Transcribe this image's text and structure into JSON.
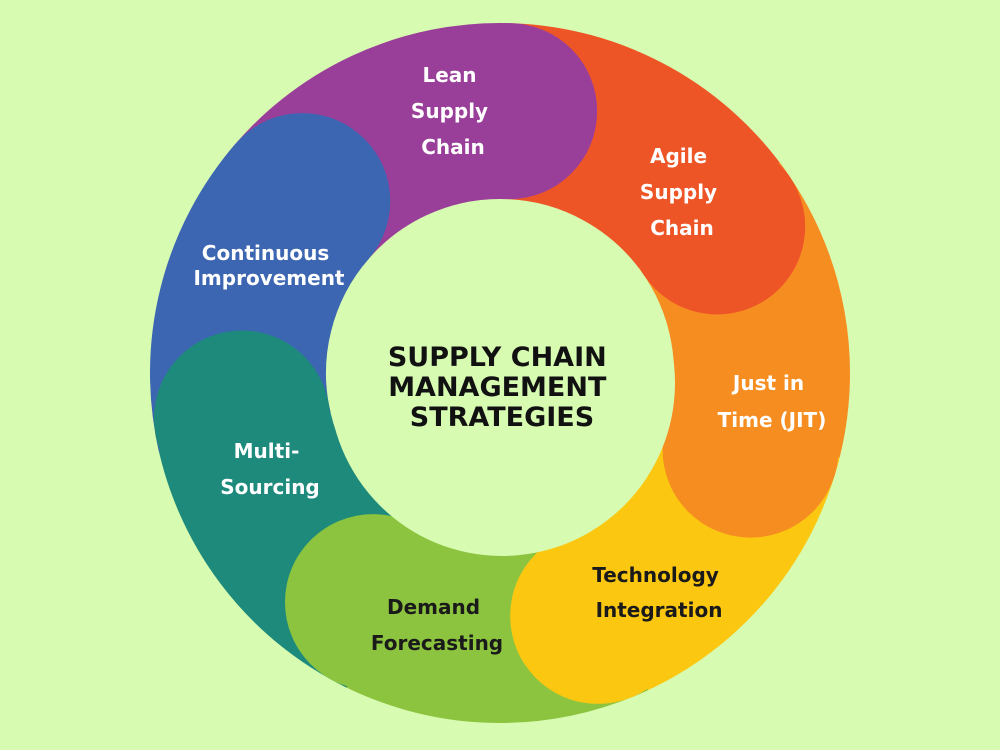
{
  "title": [
    "SUPPLY CHAIN",
    "MANAGEMENT",
    "STRATEGIES"
  ],
  "background": "#d8fbb2",
  "segments": [
    {
      "name": "lean-supply-chain",
      "lines": [
        "Lean",
        "Supply",
        "Chain"
      ],
      "color": "#9a3f99"
    },
    {
      "name": "agile-supply-chain",
      "lines": [
        "Agile",
        "Supply",
        "Chain"
      ],
      "color": "#ee5526"
    },
    {
      "name": "just-in-time",
      "lines": [
        "Just in",
        "Time (JIT)"
      ],
      "color": "#f68d21"
    },
    {
      "name": "technology-integration",
      "lines": [
        "Technology",
        "Integration"
      ],
      "color": "#fbc711"
    },
    {
      "name": "demand-forecasting",
      "lines": [
        "Demand",
        "Forecasting"
      ],
      "color": "#8cc43f"
    },
    {
      "name": "multi-sourcing",
      "lines": [
        "Multi-",
        "Sourcing"
      ],
      "color": "#1d8a7b"
    },
    {
      "name": "continuous-improvement",
      "lines": [
        "Continuous",
        "Improvement"
      ],
      "color": "#3c66b1"
    }
  ]
}
